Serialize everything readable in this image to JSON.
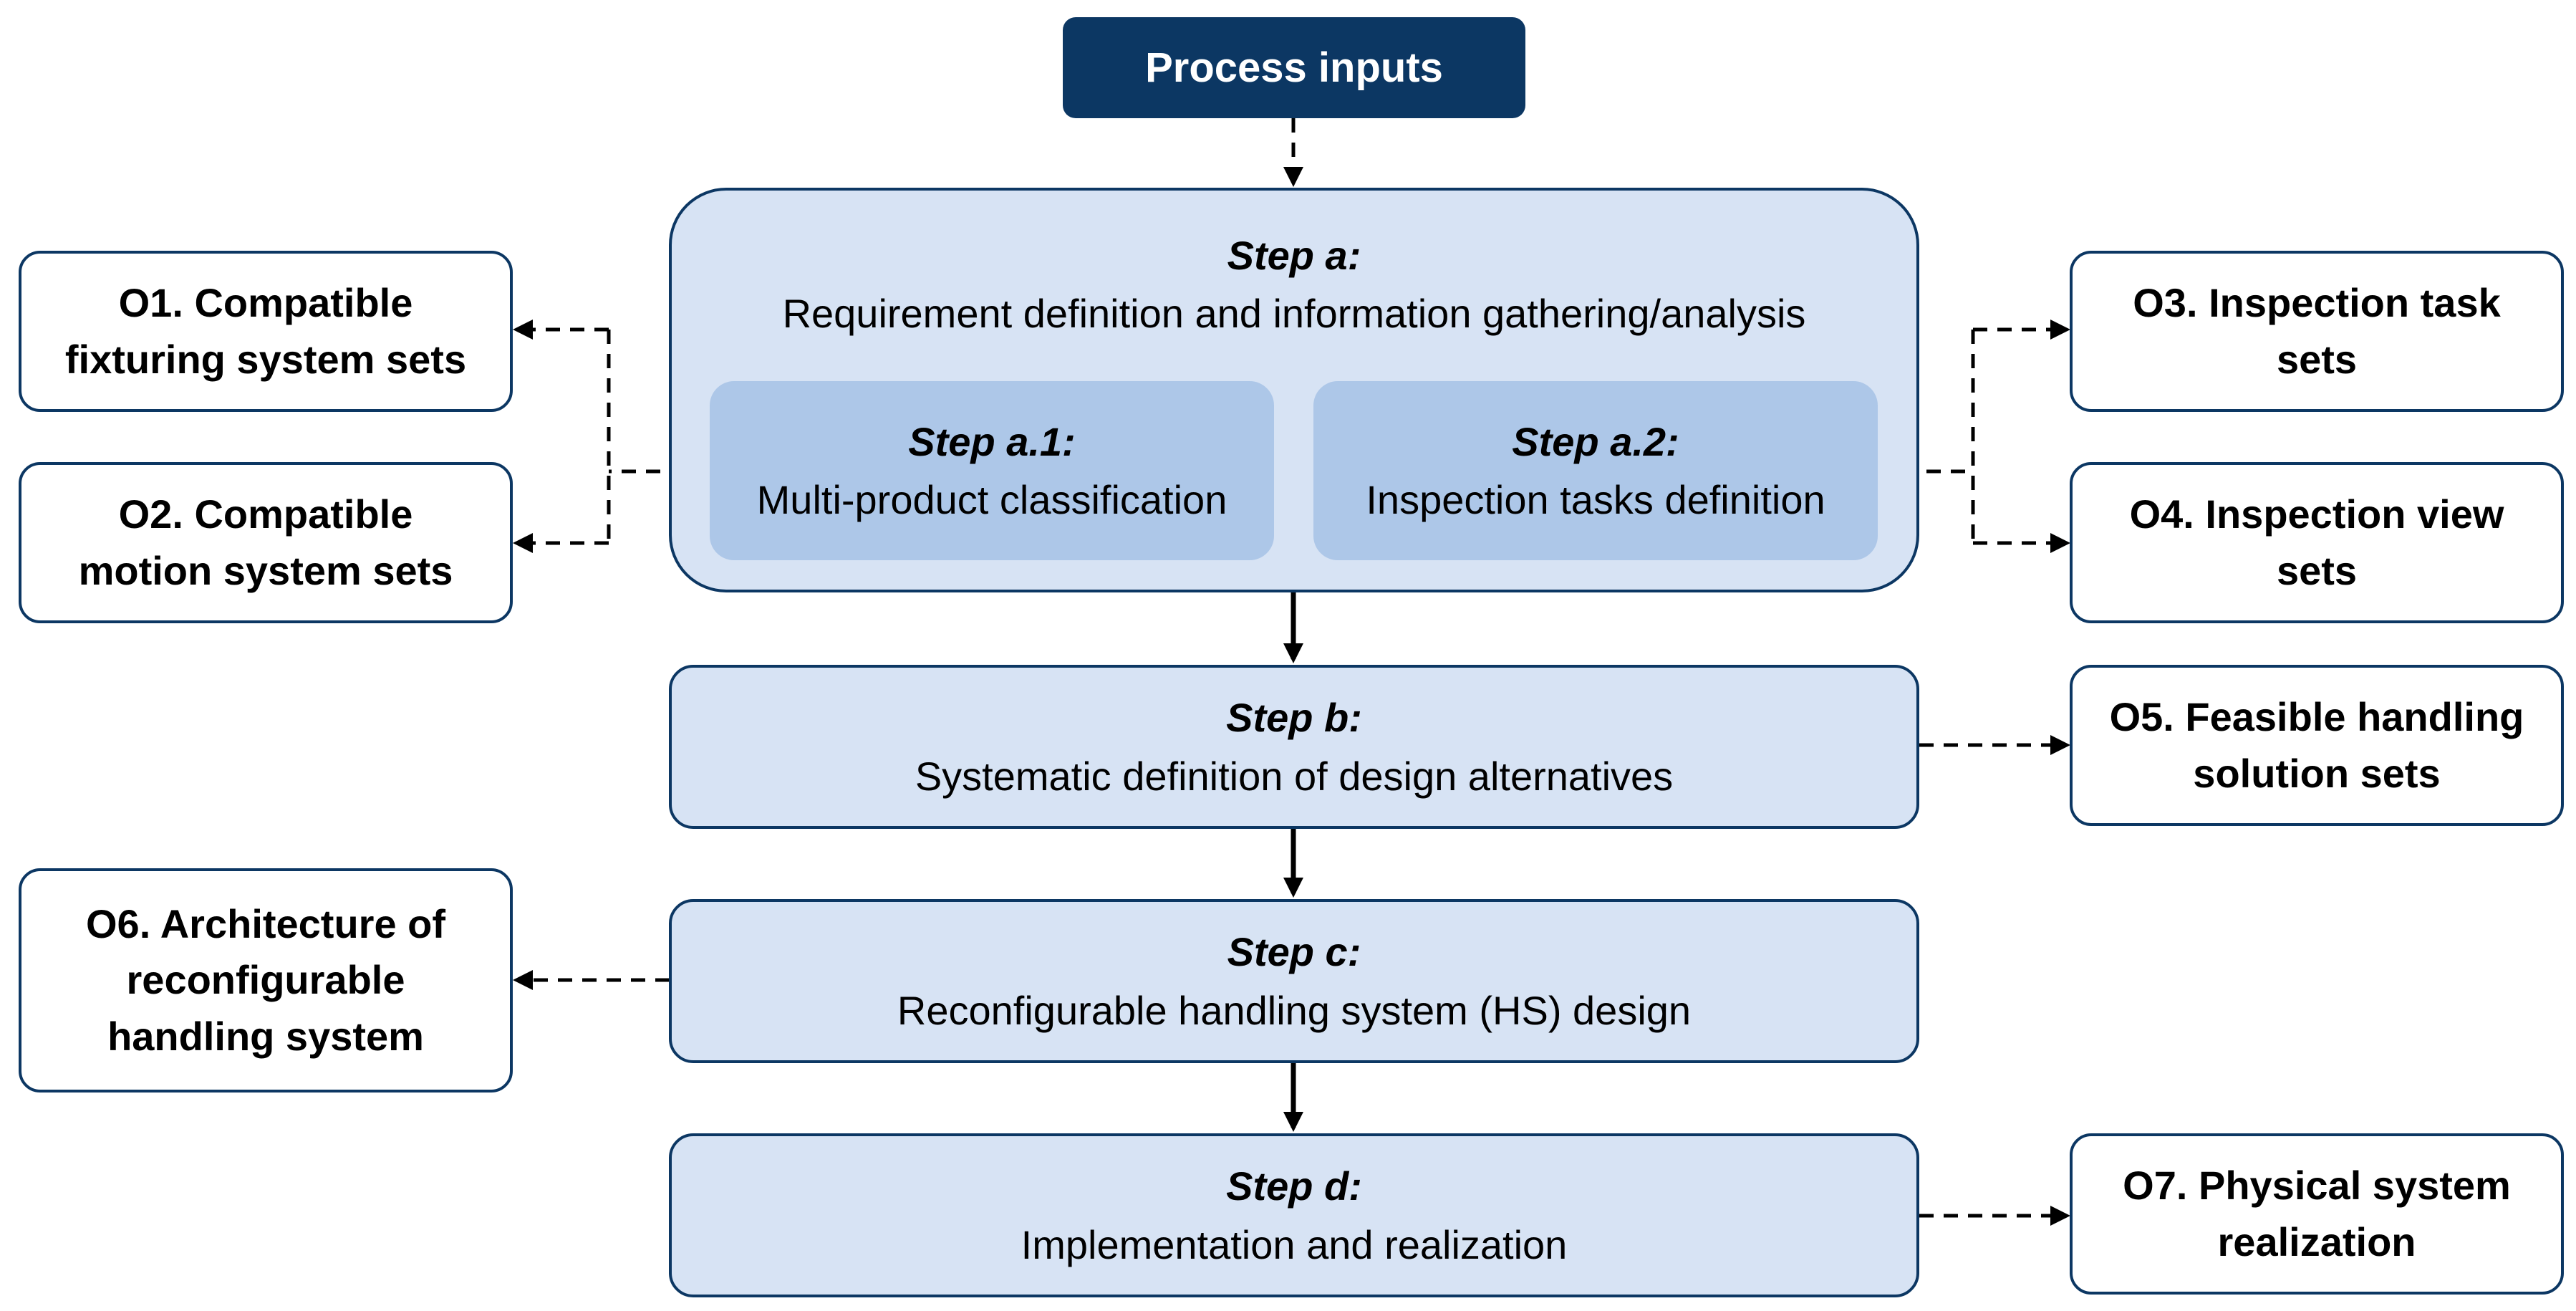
{
  "process_inputs": "Process inputs",
  "steps": {
    "a": {
      "title": "Step a:",
      "desc": "Requirement definition and information gathering/analysis"
    },
    "a1": {
      "title": "Step a.1:",
      "desc": "Multi-product  classification"
    },
    "a2": {
      "title": "Step a.2:",
      "desc": "Inspection tasks definition"
    },
    "b": {
      "title": "Step b:",
      "desc": "Systematic definition of design alternatives"
    },
    "c": {
      "title": "Step c:",
      "desc": "Reconfigurable handling system (HS) design"
    },
    "d": {
      "title": "Step d:",
      "desc": "Implementation and realization"
    }
  },
  "outputs": {
    "o1": {
      "line1": "O1. Compatible",
      "line2": "fixturing system sets"
    },
    "o2": {
      "line1": "O2. Compatible",
      "line2": "motion system sets"
    },
    "o3": {
      "line1": "O3. Inspection task",
      "line2": "sets"
    },
    "o4": {
      "line1": "O4. Inspection view",
      "line2": "sets"
    },
    "o5": {
      "line1": "O5. Feasible handling",
      "line2": "solution sets"
    },
    "o6": {
      "line1": "O6. Architecture of",
      "line2": "reconfigurable",
      "line3": "handling system"
    },
    "o7": {
      "line1": "O7. Physical system",
      "line2": "realization"
    }
  },
  "colors": {
    "navy": "#0c3763",
    "step_fill": "#d7e3f4",
    "sub_fill": "#adc7e8"
  }
}
